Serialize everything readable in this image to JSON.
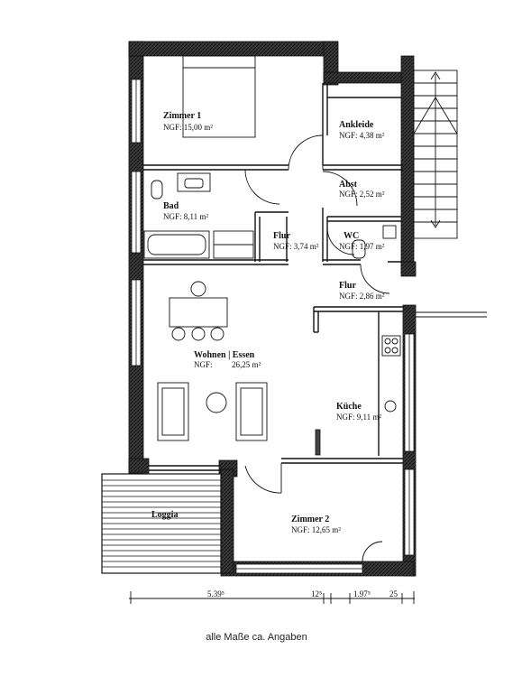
{
  "rooms": {
    "zimmer1": {
      "name": "Zimmer 1",
      "area": "NGF: 15,00 m²"
    },
    "ankleide": {
      "name": "Ankleide",
      "area": "NGF: 4,38 m²"
    },
    "abst": {
      "name": "Abst",
      "area": "NGF: 2,52 m²"
    },
    "bad": {
      "name": "Bad",
      "area": "NGF: 8,11 m²"
    },
    "flur1": {
      "name": "Flur",
      "area": "NGF: 3,74 m²"
    },
    "wc": {
      "name": "WC",
      "area": "NGF: 1,97 m²"
    },
    "flur2": {
      "name": "Flur",
      "area": "NGF: 2,86 m²"
    },
    "wohnen": {
      "name": "Wohnen | Essen",
      "area_label": "NGF:",
      "area_value": "26,25 m²"
    },
    "kueche": {
      "name": "Küche",
      "area": "NGF: 9,11 m²"
    },
    "loggia": {
      "name": "Loggia"
    },
    "zimmer2": {
      "name": "Zimmer 2",
      "area": "NGF: 12,65 m²"
    }
  },
  "dimensions": [
    "5.39⁵",
    "12⁵",
    "1.97⁵",
    "25"
  ],
  "caption": "alle Maße ca. Angaben"
}
